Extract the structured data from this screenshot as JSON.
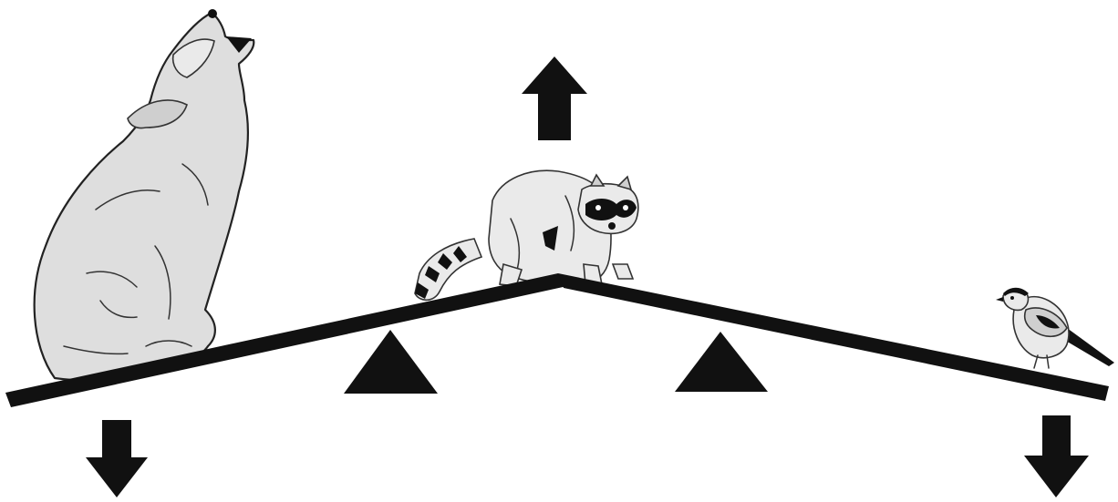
{
  "scene": {
    "colors": {
      "background": "#ffffff",
      "ink": "#111111",
      "fur": "#dedede"
    },
    "figures": [
      {
        "id": "coyote",
        "icon": "howling-coyote",
        "position": "left-end",
        "arrow": "down"
      },
      {
        "id": "raccoon",
        "icon": "raccoon",
        "position": "center-peak",
        "arrow": "up"
      },
      {
        "id": "songbird",
        "icon": "songbird",
        "position": "right-end",
        "arrow": "down"
      }
    ],
    "fulcrums": [
      "left-fulcrum",
      "right-fulcrum"
    ]
  }
}
